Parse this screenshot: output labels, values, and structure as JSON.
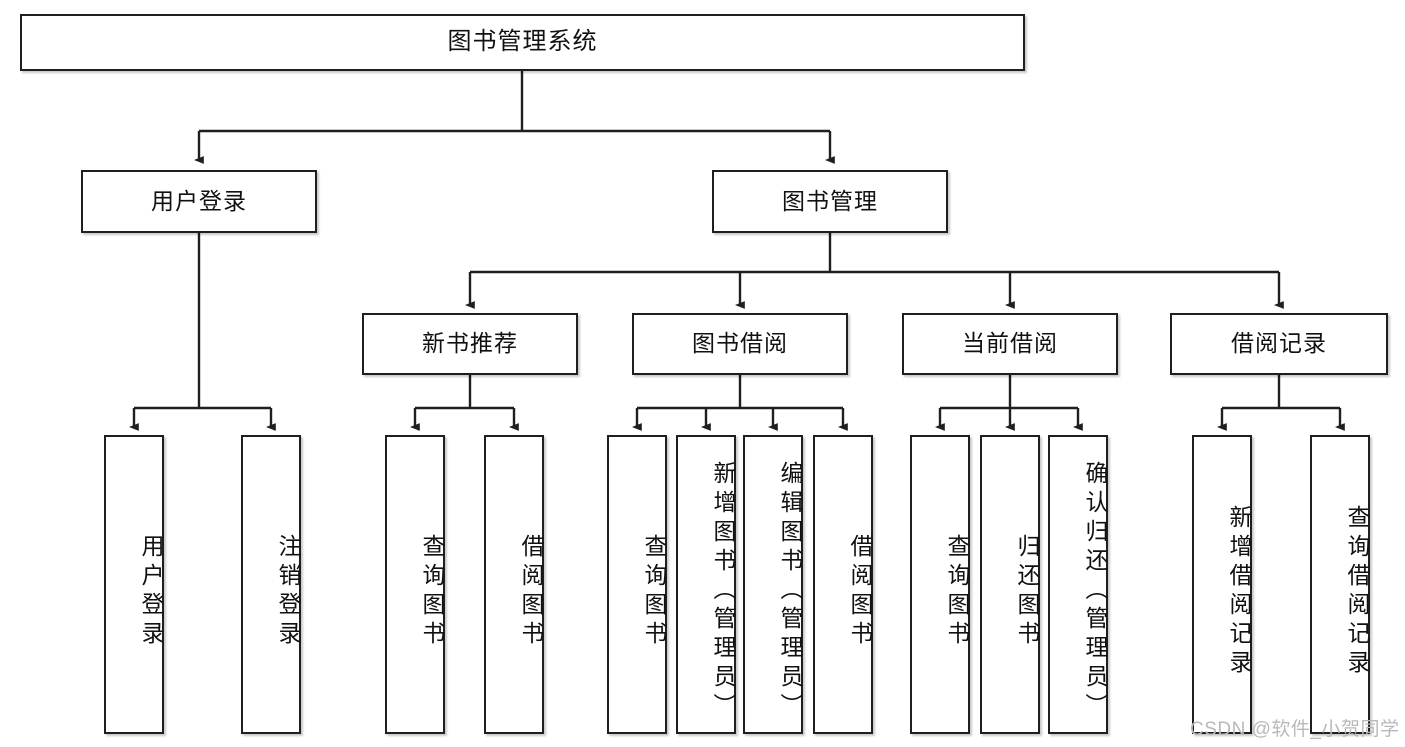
{
  "diagram": {
    "title": "图书管理系统",
    "type": "hierarchy-tree",
    "theme": {
      "background": "#ffffff",
      "node_border": "#1f1f1f",
      "node_fill": "#ffffff",
      "edge_color": "#1f1f1f",
      "text_color": "#111111",
      "watermark_color": "#b9b9b9"
    },
    "root": {
      "label": "图书管理系统"
    },
    "level2": [
      {
        "label": "用户登录"
      },
      {
        "label": "图书管理"
      }
    ],
    "level3": [
      {
        "label": "新书推荐"
      },
      {
        "label": "图书借阅"
      },
      {
        "label": "当前借阅"
      },
      {
        "label": "借阅记录"
      }
    ],
    "leaves": {
      "user_login": [
        {
          "label": "用户登录"
        },
        {
          "label": "注销登录"
        }
      ],
      "new_book_recommend": [
        {
          "label": "查询图书"
        },
        {
          "label": "借阅图书"
        }
      ],
      "book_borrow": [
        {
          "label": "查询图书"
        },
        {
          "label": "新增图书（管理员）"
        },
        {
          "label": "编辑图书（管理员）"
        },
        {
          "label": "借阅图书"
        }
      ],
      "current_borrow": [
        {
          "label": "查询图书"
        },
        {
          "label": "归还图书"
        },
        {
          "label": "确认归还（管理员）"
        }
      ],
      "borrow_record": [
        {
          "label": "新增借阅记录"
        },
        {
          "label": "查询借阅记录"
        }
      ]
    },
    "watermark": "CSDN @软件_小贺同学"
  }
}
